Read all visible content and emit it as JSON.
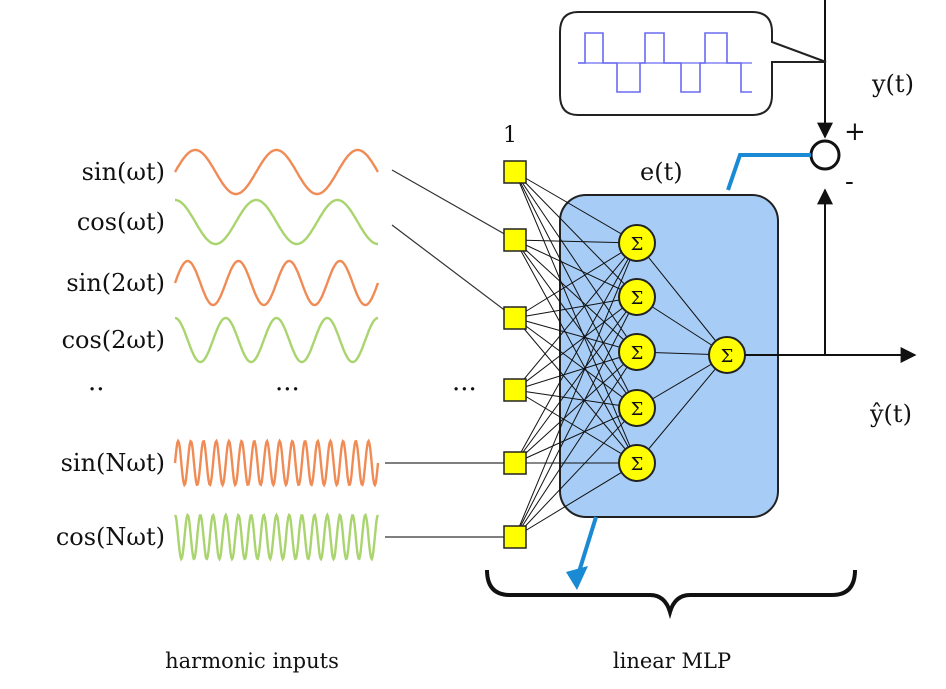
{
  "inputs": [
    {
      "label": "sin(ωt)",
      "cycles": 2.5,
      "kind": "sin"
    },
    {
      "label": "cos(ωt)",
      "cycles": 2.5,
      "kind": "cos"
    },
    {
      "label": "sin(2ωt)",
      "cycles": 4,
      "kind": "sin"
    },
    {
      "label": "cos(2ωt)",
      "cycles": 4,
      "kind": "cos"
    },
    {
      "label": "sin(Nωt)",
      "cycles": 16,
      "kind": "sin"
    },
    {
      "label": "cos(Nωt)",
      "cycles": 16,
      "kind": "cos"
    }
  ],
  "ellipsis": "··",
  "ellipsis_mid": "···",
  "bias_label": "1",
  "error_label": "e(t)",
  "target_label": "y(t)",
  "output_label": "ŷ(t)",
  "plus_sign": "+",
  "minus_sign": "-",
  "captions": {
    "left": "harmonic inputs",
    "right": "linear MLP"
  },
  "colors": {
    "sin_wave": "#f08b55",
    "cos_wave": "#a9d46e",
    "node_fill": "#ffff00",
    "input_fill": "#ffff00",
    "mlp_box": "#a7cdf7",
    "error_line": "#1a8ad4",
    "square_wave": "#6a6af0"
  }
}
